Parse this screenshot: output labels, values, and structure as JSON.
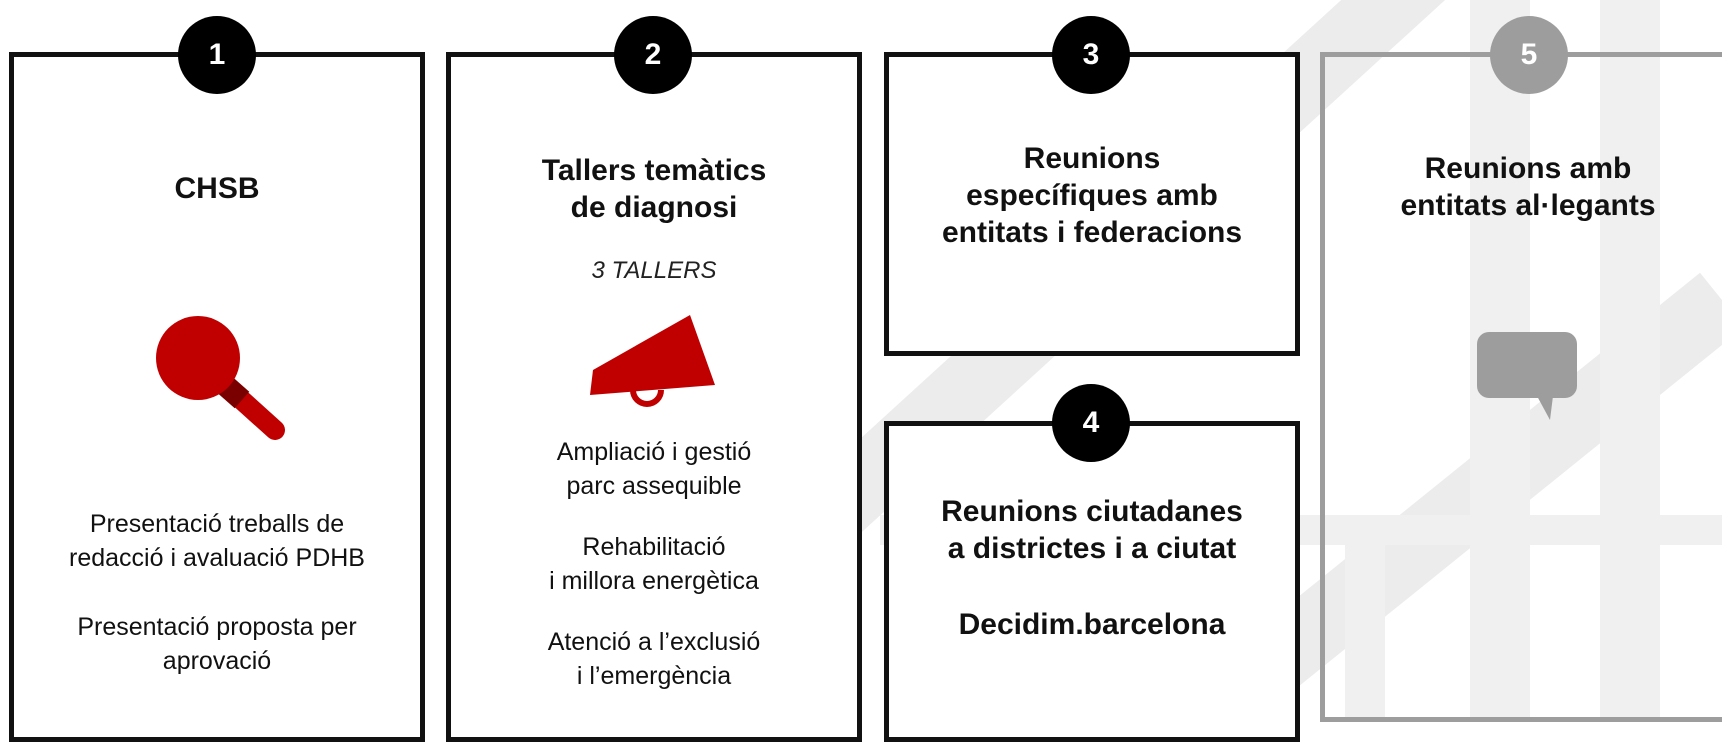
{
  "colors": {
    "accent": "#C00000",
    "border": "#111111",
    "muted": "#9D9D9D",
    "background_lines": "#EEEEEE"
  },
  "cards": [
    {
      "number": "1",
      "title": "CHSB",
      "icon": "magnifier-icon",
      "descriptions": [
        "Presentació treballs de\nredacció i avaluació PDHB",
        "Presentació  proposta per\naprovació"
      ]
    },
    {
      "number": "2",
      "title": "Tallers temàtics\nde diagnosi",
      "subtitle": "3 TALLERS",
      "icon": "megaphone-icon",
      "descriptions": [
        "Ampliació i gestió\nparc assequible",
        "Rehabilitació\ni millora energètica",
        "Atenció a l’exclusió\ni l’emergència"
      ]
    },
    {
      "number": "3",
      "title": "Reunions\nespecífiques amb\nentitats i federacions"
    },
    {
      "number": "4",
      "title": "Reunions ciutadanes\na districtes i a ciutat",
      "extra": "Decidim.barcelona"
    },
    {
      "number": "5",
      "title": "Reunions amb\nentitats al·legants",
      "icon": "speech-bubble-icon"
    }
  ]
}
